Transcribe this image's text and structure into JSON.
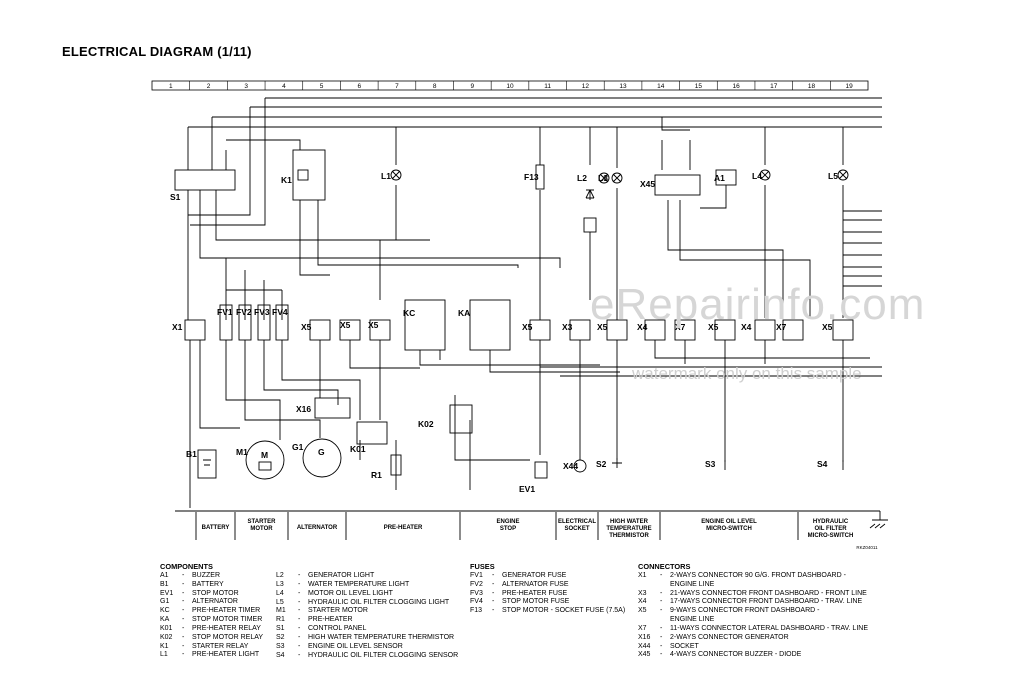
{
  "title": "ELECTRICAL DIAGRAM (1/11)",
  "grid_numbers": [
    "1",
    "2",
    "3",
    "4",
    "5",
    "6",
    "7",
    "8",
    "9",
    "10",
    "11",
    "12",
    "13",
    "14",
    "15",
    "16",
    "17",
    "18",
    "19"
  ],
  "component_labels": {
    "S1": "S1",
    "K1": "K1",
    "L1": "L1",
    "F13": "F13",
    "L2": "L2",
    "L3": "L3",
    "X45": "X45",
    "A1": "A1",
    "L4": "L4",
    "L5": "L5",
    "X1": "X1",
    "FV1": "FV1",
    "FV2": "FV2",
    "FV3": "FV3",
    "FV4": "FV4",
    "X5a": "X5",
    "X5b": "X5",
    "X5c": "X5",
    "X5d": "X5",
    "X5e": "X5",
    "X5f": "X5",
    "X5g": "X5",
    "KC": "KC",
    "KA": "KA",
    "X3": "X3",
    "X4a": "X4",
    "X4b": "X4",
    "X7a": "X7",
    "X7b": "X7",
    "X16": "X16",
    "K02": "K02",
    "K01": "K01",
    "B1": "B1",
    "M1": "M1",
    "G1": "G1",
    "M": "M",
    "G": "G",
    "R1": "R1",
    "X44": "X44",
    "EV1": "EV1",
    "S2": "S2",
    "S3": "S3",
    "S4": "S4"
  },
  "bottom_sections": {
    "battery": "BATTERY",
    "starter": "STARTER\nMOTOR",
    "alternator": "ALTERNATOR",
    "preheater": "PRE-HEATER",
    "engine_stop": "ENGINE\nSTOP",
    "socket": "ELECTRICAL\nSOCKET",
    "high_water": "HIGH WATER\nTEMPERATURE\nTHERMISTOR",
    "oil_level": "ENGINE OIL LEVEL\nMICRO-SWITCH",
    "hydraulic": "HYDRAULIC\nOIL FILTER\nMICRO-SWITCH"
  },
  "drawing_code": "RKZ04011",
  "watermark": {
    "main": "eRepairinfo.com",
    "sub": "watermark only on this sample"
  },
  "legend": {
    "components_title": "COMPONENTS",
    "components_col1": [
      [
        "A1",
        "BUZZER"
      ],
      [
        "B1",
        "BATTERY"
      ],
      [
        "EV1",
        "STOP MOTOR"
      ],
      [
        "G1",
        "ALTERNATOR"
      ],
      [
        "KC",
        "PRE-HEATER TIMER"
      ],
      [
        "KA",
        "STOP MOTOR TIMER"
      ],
      [
        "K01",
        "PRE-HEATER RELAY"
      ],
      [
        "K02",
        "STOP MOTOR RELAY"
      ],
      [
        "K1",
        "STARTER RELAY"
      ],
      [
        "L1",
        "PRE-HEATER LIGHT"
      ]
    ],
    "components_col2": [
      [
        "L2",
        "GENERATOR LIGHT"
      ],
      [
        "L3",
        "WATER TEMPERATURE LIGHT"
      ],
      [
        "L4",
        "MOTOR OIL LEVEL LIGHT"
      ],
      [
        "L5",
        "HYDRAULIC OIL FILTER CLOGGING LIGHT"
      ],
      [
        "M1",
        "STARTER MOTOR"
      ],
      [
        "R1",
        "PRE-HEATER"
      ],
      [
        "S1",
        "CONTROL PANEL"
      ],
      [
        "S2",
        "HIGH WATER TEMPERATURE THERMISTOR"
      ],
      [
        "S3",
        "ENGINE OIL LEVEL SENSOR"
      ],
      [
        "S4",
        "HYDRAULIC OIL FILTER CLOGGING SENSOR"
      ]
    ],
    "fuses_title": "FUSES",
    "fuses": [
      [
        "FV1",
        "GENERATOR FUSE"
      ],
      [
        "FV2",
        "ALTERNATOR FUSE"
      ],
      [
        "FV3",
        "PRE-HEATER FUSE"
      ],
      [
        "FV4",
        "STOP MOTOR FUSE"
      ],
      [
        "F13",
        "STOP MOTOR - SOCKET FUSE (7.5A)"
      ]
    ],
    "connectors_title": "CONNECTORS",
    "connectors": [
      [
        "X1",
        "2-WAYS CONNECTOR 90 G/G. FRONT DASHBOARD -"
      ],
      [
        "",
        "ENGINE LINE"
      ],
      [
        "X3",
        "21-WAYS CONNECTOR FRONT DASHBOARD - FRONT LINE"
      ],
      [
        "X4",
        "17-WAYS CONNECTOR FRONT DASHBOARD - TRAV. LINE"
      ],
      [
        "X5",
        "9-WAYS CONNECTOR FRONT DASHBOARD -"
      ],
      [
        "",
        "ENGINE LINE"
      ],
      [
        "X7",
        "11-WAYS CONNECTOR LATERAL DASHBOARD - TRAV. LINE"
      ],
      [
        "X16",
        "2-WAYS CONNECTOR GENERATOR"
      ],
      [
        "X44",
        "SOCKET"
      ],
      [
        "X45",
        "4-WAYS CONNECTOR BUZZER - DIODE"
      ]
    ]
  }
}
